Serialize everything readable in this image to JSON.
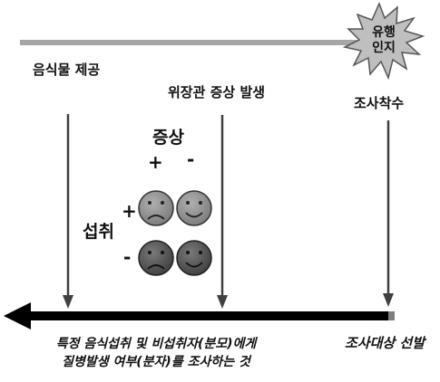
{
  "labels": {
    "food_provision": "음식물 제공",
    "gi_symptom_onset": "위장관 증상 발생",
    "investigation_start": "조사착수",
    "symptom": "증상",
    "symptom_plus": "+",
    "symptom_minus": "-",
    "intake": "섭취",
    "intake_plus": "+",
    "intake_minus": "-",
    "select_subjects": "조사대상 선발"
  },
  "outbreak_badge": {
    "line1": "유행",
    "line2": "인지"
  },
  "description": {
    "line1": "특정 음식섭취 및 비섭취자(분모)에게",
    "line2": "질병발생 여부(분자)를 조사하는 것"
  },
  "colors": {
    "timeline_gray": "#a6a6a6",
    "arrow_black": "#000000",
    "arrow_dark_gray": "#404040",
    "face_light": "#8c8c8c",
    "face_dark": "#555555",
    "burst_fill": "#bfbfbf"
  },
  "faces": [
    {
      "name": "face-intake-plus-symptom-plus",
      "mood": "sad",
      "shade": "light"
    },
    {
      "name": "face-intake-plus-symptom-minus",
      "mood": "happy",
      "shade": "light"
    },
    {
      "name": "face-intake-minus-symptom-plus",
      "mood": "sad",
      "shade": "dark"
    },
    {
      "name": "face-intake-minus-symptom-minus",
      "mood": "happy",
      "shade": "dark"
    }
  ]
}
